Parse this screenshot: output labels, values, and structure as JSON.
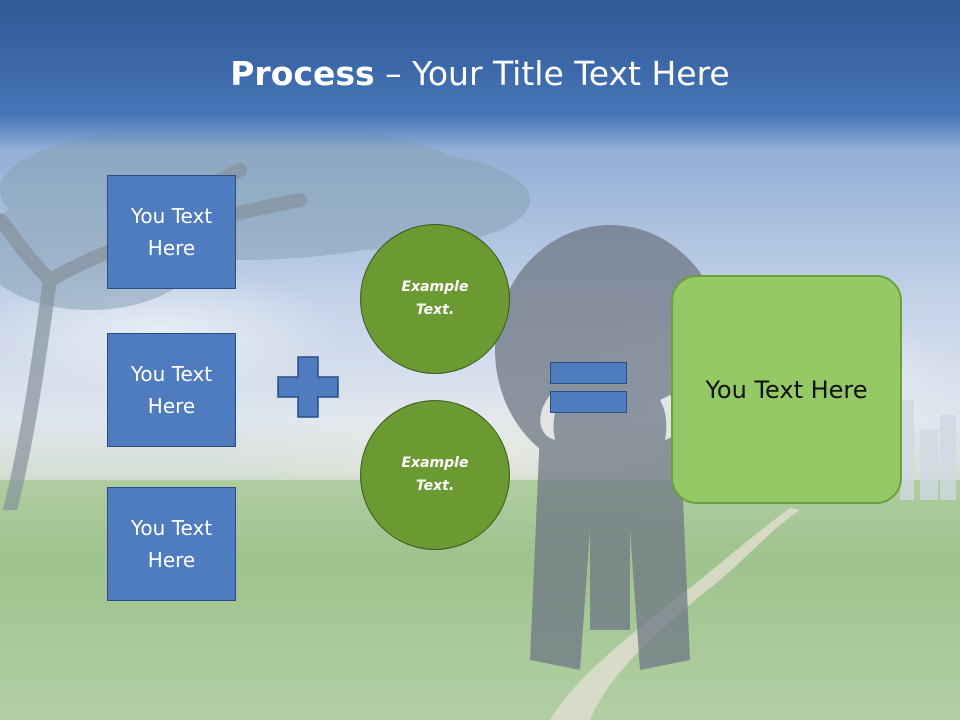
{
  "title": {
    "bold": "Process",
    "rest": " – Your Title Text Here"
  },
  "inputs": [
    {
      "label": "You Text Here"
    },
    {
      "label": "You Text Here"
    },
    {
      "label": "You Text Here"
    }
  ],
  "operators": {
    "plus_icon": "plus-sign",
    "equals_icon": "equals-sign"
  },
  "examples": [
    {
      "label": "Example Text."
    },
    {
      "label": "Example Text."
    }
  ],
  "result": {
    "label": "You Text Here"
  },
  "colors": {
    "blue_box": "#4f7bbf",
    "green_circle": "#6a9a31",
    "result_box": "#94c966",
    "header": "#3d69aa"
  }
}
